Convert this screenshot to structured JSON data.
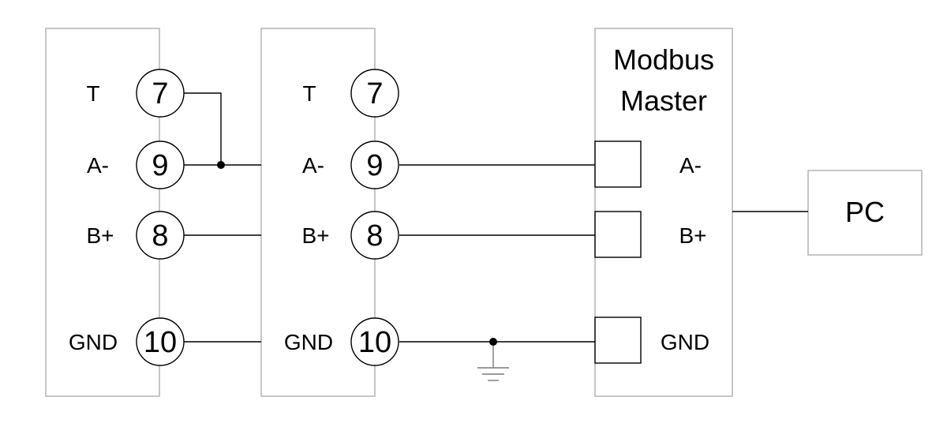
{
  "device1": {
    "terminals": [
      {
        "label": "T",
        "number": "7"
      },
      {
        "label": "A-",
        "number": "9"
      },
      {
        "label": "B+",
        "number": "8"
      },
      {
        "label": "GND",
        "number": "10"
      }
    ]
  },
  "device2": {
    "terminals": [
      {
        "label": "T",
        "number": "7"
      },
      {
        "label": "A-",
        "number": "9"
      },
      {
        "label": "B+",
        "number": "8"
      },
      {
        "label": "GND",
        "number": "10"
      }
    ]
  },
  "master": {
    "title_line1": "Modbus",
    "title_line2": "Master",
    "ports": [
      {
        "label": "A-"
      },
      {
        "label": "B+"
      },
      {
        "label": "GND"
      }
    ]
  },
  "pc": {
    "label": "PC"
  }
}
